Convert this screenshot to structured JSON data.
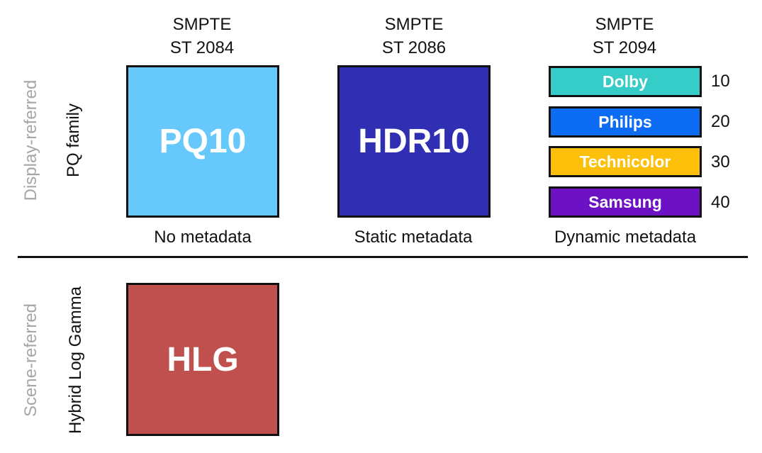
{
  "rows": {
    "display_referred": {
      "category": "Display-referred",
      "family": "PQ family"
    },
    "scene_referred": {
      "category": "Scene-referred",
      "family": "Hybrid Log Gamma"
    }
  },
  "columns": [
    {
      "standard_line1": "SMPTE",
      "standard_line2": "ST 2084",
      "box_label": "PQ10",
      "box_color": "#66c8fb",
      "caption": "No metadata"
    },
    {
      "standard_line1": "SMPTE",
      "standard_line2": "ST 2086",
      "box_label": "HDR10",
      "box_color": "#302fb4",
      "caption": "Static metadata"
    },
    {
      "standard_line1": "SMPTE",
      "standard_line2": "ST 2094",
      "caption": "Dynamic metadata",
      "entries": [
        {
          "label": "Dolby",
          "number": "10",
          "color": "#36cdc8"
        },
        {
          "label": "Philips",
          "number": "20",
          "color": "#0c6cf4"
        },
        {
          "label": "Technicolor",
          "number": "30",
          "color": "#fdc00a"
        },
        {
          "label": "Samsung",
          "number": "40",
          "color": "#6c11c4"
        }
      ]
    }
  ],
  "hlg": {
    "box_label": "HLG",
    "box_color": "#c0504d"
  }
}
